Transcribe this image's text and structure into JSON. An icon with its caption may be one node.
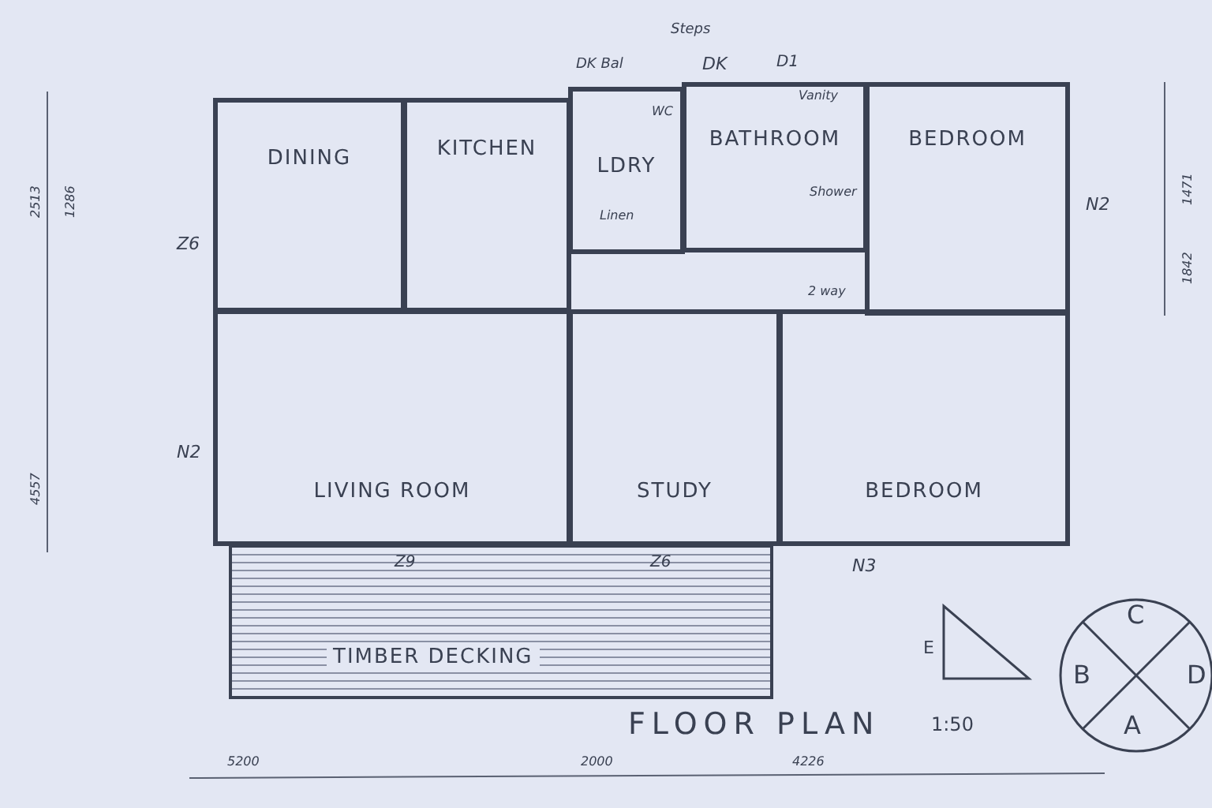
{
  "diagram": {
    "title": "FLOOR PLAN",
    "nodes": [
      {
        "text": [
          "DINING"
        ]
      },
      {
        "text": [
          "KITCHEN"
        ]
      },
      {
        "text": [
          "LDRY"
        ]
      },
      {
        "text": [
          "BATHROOM"
        ]
      },
      {
        "text": [
          "BEDROOM"
        ]
      },
      {
        "text": [
          "LIVING ROOM"
        ]
      },
      {
        "text": [
          "STUDY"
        ]
      },
      {
        "text": [
          "BEDROOM"
        ]
      },
      {
        "text": [
          "TIMBER DECKING"
        ]
      }
    ],
    "edges": [],
    "labels": [
      "Steps",
      "DK Bal",
      "DK",
      "D1",
      "Vanity",
      "WC",
      "Shower",
      "Linen",
      "2 way",
      "Z6",
      "N2",
      "N2",
      "Z9",
      "Z6",
      "N3",
      "1:50",
      "E",
      "C",
      "B",
      "D",
      "A",
      "5200",
      "2000",
      "4226",
      "2513",
      "1286",
      "4557",
      "1471",
      "1842"
    ]
  }
}
